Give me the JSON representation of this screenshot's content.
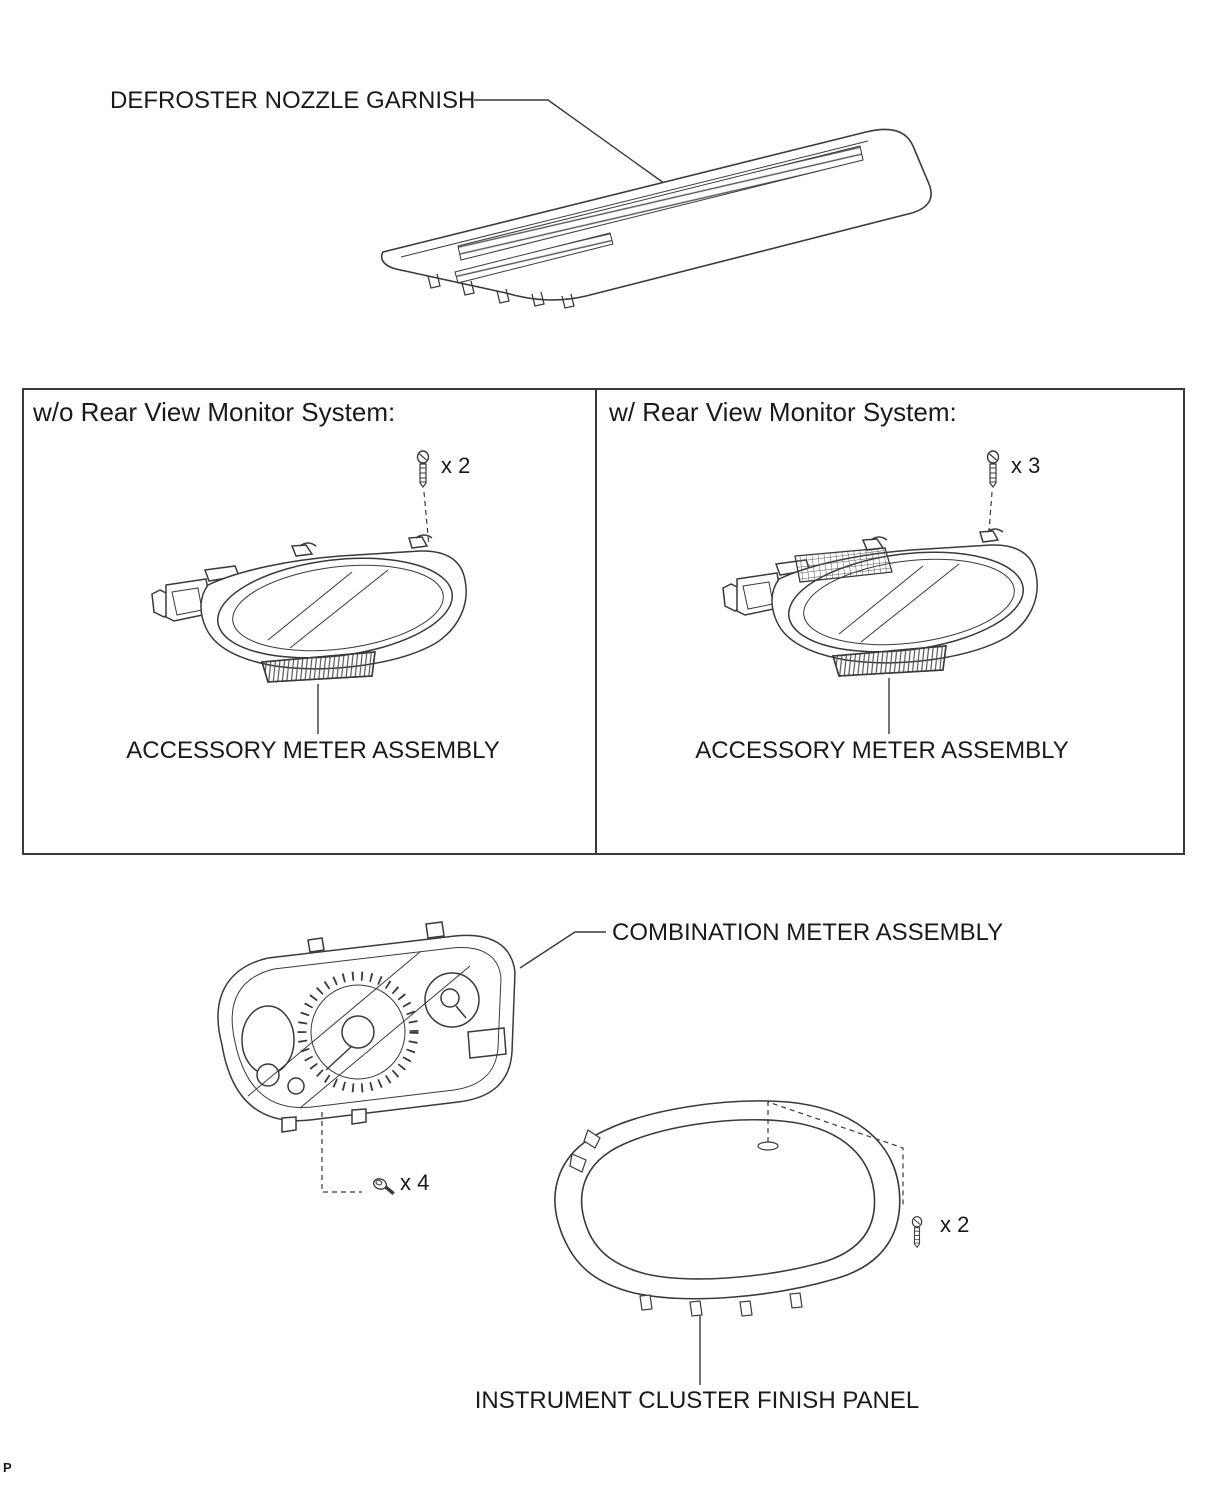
{
  "doc": {
    "footer_mark": "P"
  },
  "callouts": {
    "defroster_garnish": "DEFROSTER NOZZLE GARNISH",
    "combination_meter": "COMBINATION METER ASSEMBLY",
    "finish_panel": "INSTRUMENT CLUSTER FINISH PANEL",
    "meter_screw_count": "x 4",
    "panel_screw_count": "x 2"
  },
  "options_box": {
    "left": {
      "title": "w/o Rear View Monitor System:",
      "screw_count": "x 2",
      "part_label": "ACCESSORY METER ASSEMBLY"
    },
    "right": {
      "title": "w/ Rear View Monitor System:",
      "screw_count": "x 3",
      "part_label": "ACCESSORY METER ASSEMBLY"
    }
  },
  "icons": {
    "long_screw": "screw-icon",
    "short_bolt": "bolt-icon"
  },
  "colors": {
    "line": "#3a3a3a",
    "text": "#1a1a1a",
    "background": "#ffffff"
  }
}
